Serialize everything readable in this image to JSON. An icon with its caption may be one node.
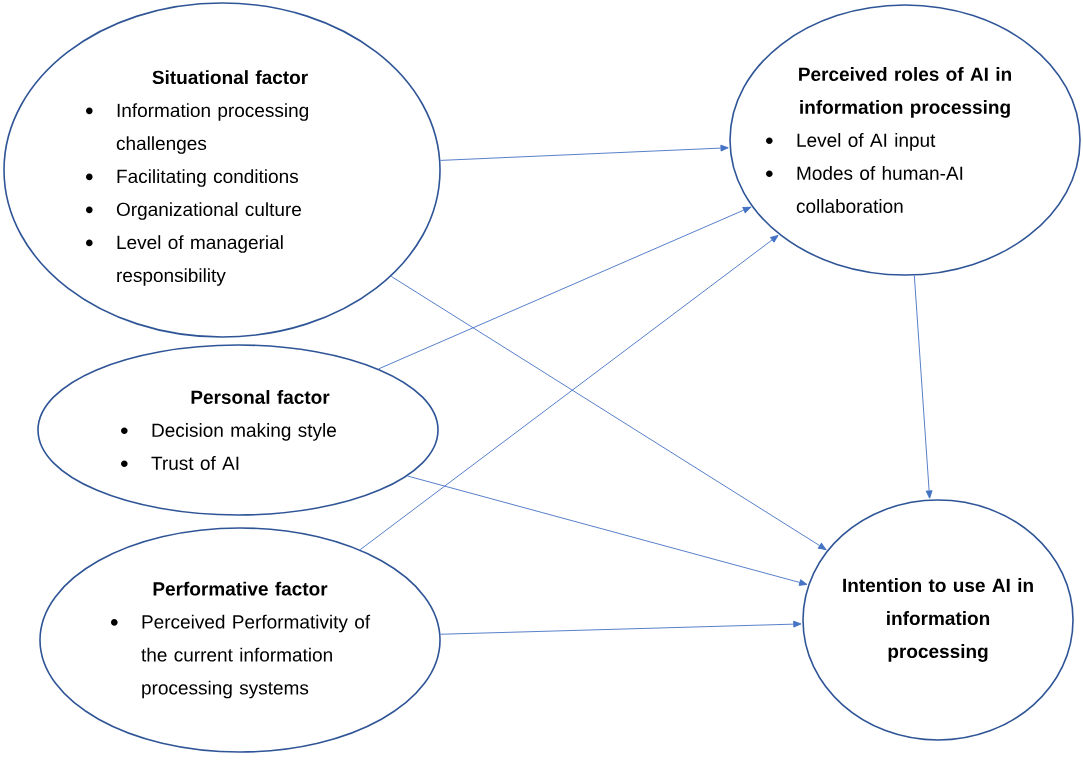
{
  "diagram": {
    "nodes": [
      {
        "text": [
          "Situational factor",
          "Information processing challenges",
          "Facilitating conditions",
          "Organizational culture",
          "Level of managerial responsibility"
        ]
      },
      {
        "text": [
          "Personal factor",
          "Decision making style",
          "Trust of AI"
        ]
      },
      {
        "text": [
          "Performative factor",
          "Perceived Performativity of the current information processing systems"
        ]
      },
      {
        "text": [
          "Perceived roles of AI in information processing",
          "Level of AI input",
          "Modes of human-AI collaboration"
        ]
      },
      {
        "text": [
          "Intention to use AI in information processing"
        ]
      }
    ],
    "edges": [
      {
        "from": 0,
        "to": 3,
        "arrow": "to"
      },
      {
        "from": 0,
        "to": 4,
        "arrow": "to"
      },
      {
        "from": 1,
        "to": 3,
        "arrow": "to"
      },
      {
        "from": 1,
        "to": 4,
        "arrow": "to"
      },
      {
        "from": 2,
        "to": 3,
        "arrow": "to"
      },
      {
        "from": 2,
        "to": 4,
        "arrow": "to"
      },
      {
        "from": 3,
        "to": 4,
        "arrow": "to"
      }
    ]
  }
}
